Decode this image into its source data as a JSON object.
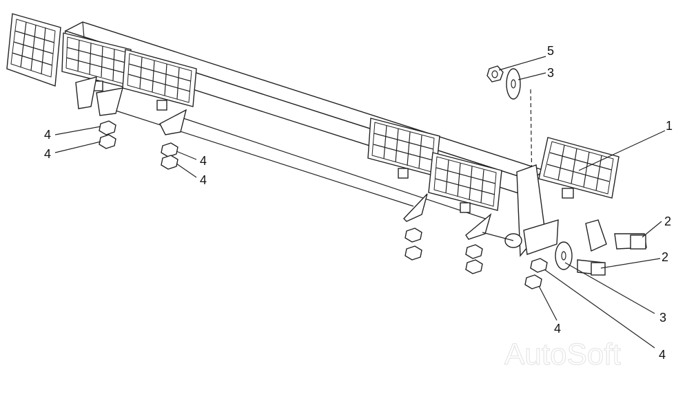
{
  "diagram": {
    "callouts": [
      {
        "id": "c5",
        "text": "5"
      },
      {
        "id": "c3a",
        "text": "3"
      },
      {
        "id": "c1",
        "text": "1"
      },
      {
        "id": "c2a",
        "text": "2"
      },
      {
        "id": "c2b",
        "text": "2"
      },
      {
        "id": "c3b",
        "text": "3"
      },
      {
        "id": "c4a",
        "text": "4"
      },
      {
        "id": "c4b",
        "text": "4"
      },
      {
        "id": "c4c",
        "text": "4"
      },
      {
        "id": "c4d",
        "text": "4"
      },
      {
        "id": "c4e",
        "text": "4"
      },
      {
        "id": "c4f",
        "text": "4"
      }
    ],
    "watermark": "AutoSoft",
    "colors": {
      "line": "#222222",
      "watermark": "#e6e6e6",
      "background": "#ffffff"
    }
  }
}
